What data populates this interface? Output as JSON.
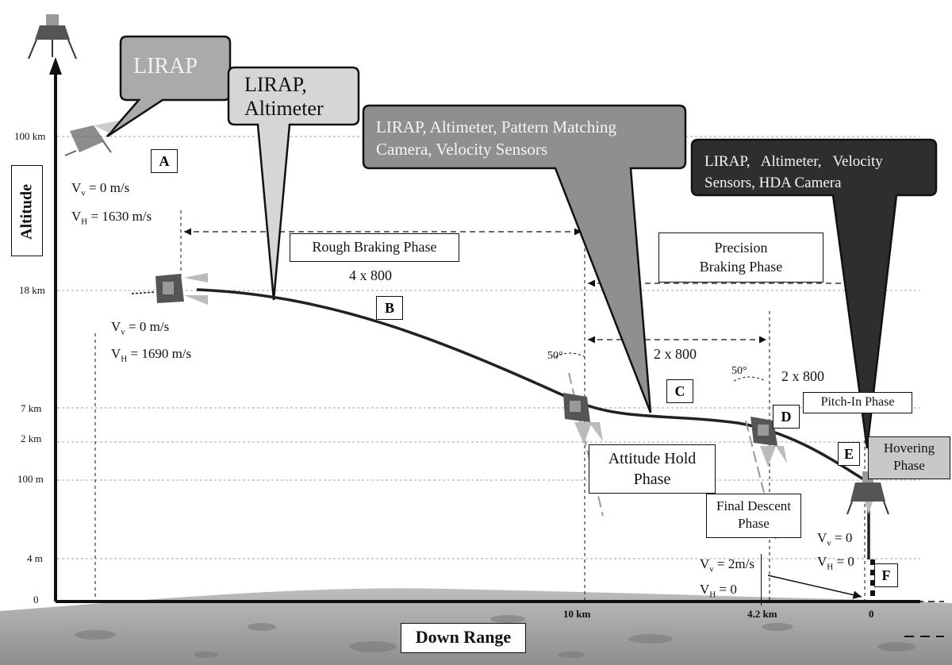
{
  "axes": {
    "y_title": "Altitude",
    "x_title": "Down Range",
    "y_ticks": [
      "100 km",
      "18 km",
      "7 km",
      "2 km",
      "100 m",
      "4 m",
      "0"
    ],
    "x_ticks": [
      "10 km",
      "4.2 km",
      "0"
    ]
  },
  "callouts": [
    {
      "text": "LIRAP",
      "style": "light"
    },
    {
      "text": "LIRAP,\nAltimeter",
      "style": "lighter"
    },
    {
      "text": "LIRAP, Altimeter, Pattern Matching\nCamera, Velocity Sensors",
      "style": "medium"
    },
    {
      "text": "LIRAP,   Altimeter,   Velocity\nSensors, HDA Camera",
      "style": "dark"
    }
  ],
  "phases": {
    "rough": "Rough Braking Phase",
    "rough_dist": "4 x 800",
    "precision": "Precision\nBraking Phase",
    "precision_dist1": "2 x 800",
    "precision_dist2": "2 x 800",
    "attitude": "Attitude Hold\nPhase",
    "final": "Final Descent\nPhase",
    "pitch": "Pitch-In Phase",
    "hover": "Hovering\nPhase"
  },
  "angles": [
    "50°",
    "50°"
  ],
  "letters": [
    "A",
    "B",
    "C",
    "D",
    "E",
    "F"
  ],
  "velocities": {
    "A": {
      "vv": "V",
      "vv_sub": "v",
      "vv_val": " = 0 m/s",
      "vh": "V",
      "vh_sub": "H",
      "vh_val": " = 1630 m/s"
    },
    "B": {
      "vv": "V",
      "vv_sub": "v",
      "vv_val": "  = 0 m/s",
      "vh": "V",
      "vh_sub": "H",
      "vh_val": "  = 1690 m/s"
    },
    "E": {
      "vv": "V",
      "vv_sub": "v",
      "vv_val": " = 0",
      "vh": "V",
      "vh_sub": "H",
      "vh_val": " = 0"
    },
    "F": {
      "vv": "V",
      "vv_sub": "v",
      "vv_val": "  = 2m/s",
      "vh": "V",
      "vh_sub": "H",
      "vh_val": " = 0"
    }
  }
}
